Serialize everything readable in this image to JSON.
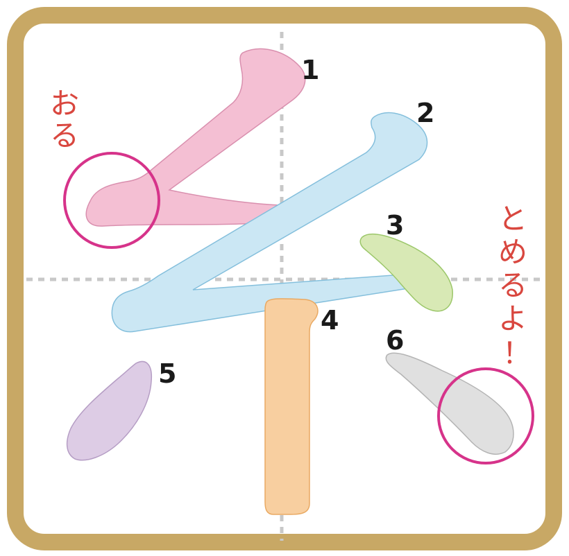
{
  "colors": {
    "frame_border": "#c8a865",
    "guide_lines": "#c8c8c8",
    "stroke_1": "#f4bfd3",
    "stroke_2": "#cbe7f4",
    "stroke_3": "#d8e9b5",
    "stroke_4": "#f8cfa0",
    "stroke_5": "#ddcce5",
    "stroke_6": "#e0e0e0",
    "highlight_circle": "#d6338a",
    "annotation_text": "#d9473f"
  },
  "stroke_numbers": [
    "1",
    "2",
    "3",
    "4",
    "5",
    "6"
  ],
  "annotations": {
    "left_char_1": "お",
    "left_char_2": "る",
    "right_char_1": "と",
    "right_char_2": "め",
    "right_char_3": "る",
    "right_char_4": "よ",
    "right_char_5": "！"
  }
}
